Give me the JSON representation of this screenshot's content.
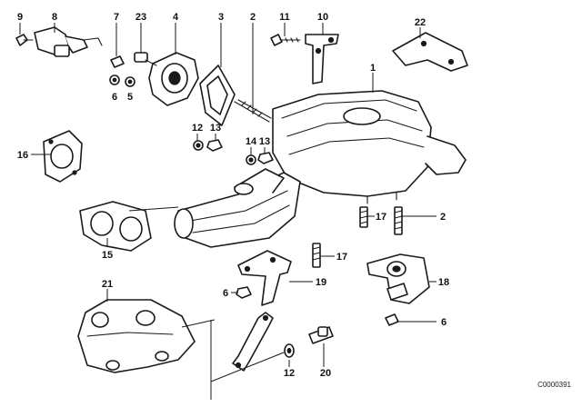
{
  "callouts": {
    "c1": "1",
    "c2a": "2",
    "c2b": "2",
    "c3": "3",
    "c4": "4",
    "c5": "5",
    "c6a": "6",
    "c6b": "6",
    "c6c": "6",
    "c7": "7",
    "c8": "8",
    "c9": "9",
    "c10": "10",
    "c11": "11",
    "c12a": "12",
    "c12b": "12",
    "c13a": "13",
    "c13b": "13",
    "c14": "14",
    "c15": "15",
    "c16": "16",
    "c17a": "17",
    "c17b": "17",
    "c18": "18",
    "c19": "19",
    "c20": "20",
    "c21": "21",
    "c22": "22",
    "c23": "23"
  },
  "diagram_code": "C0000391"
}
